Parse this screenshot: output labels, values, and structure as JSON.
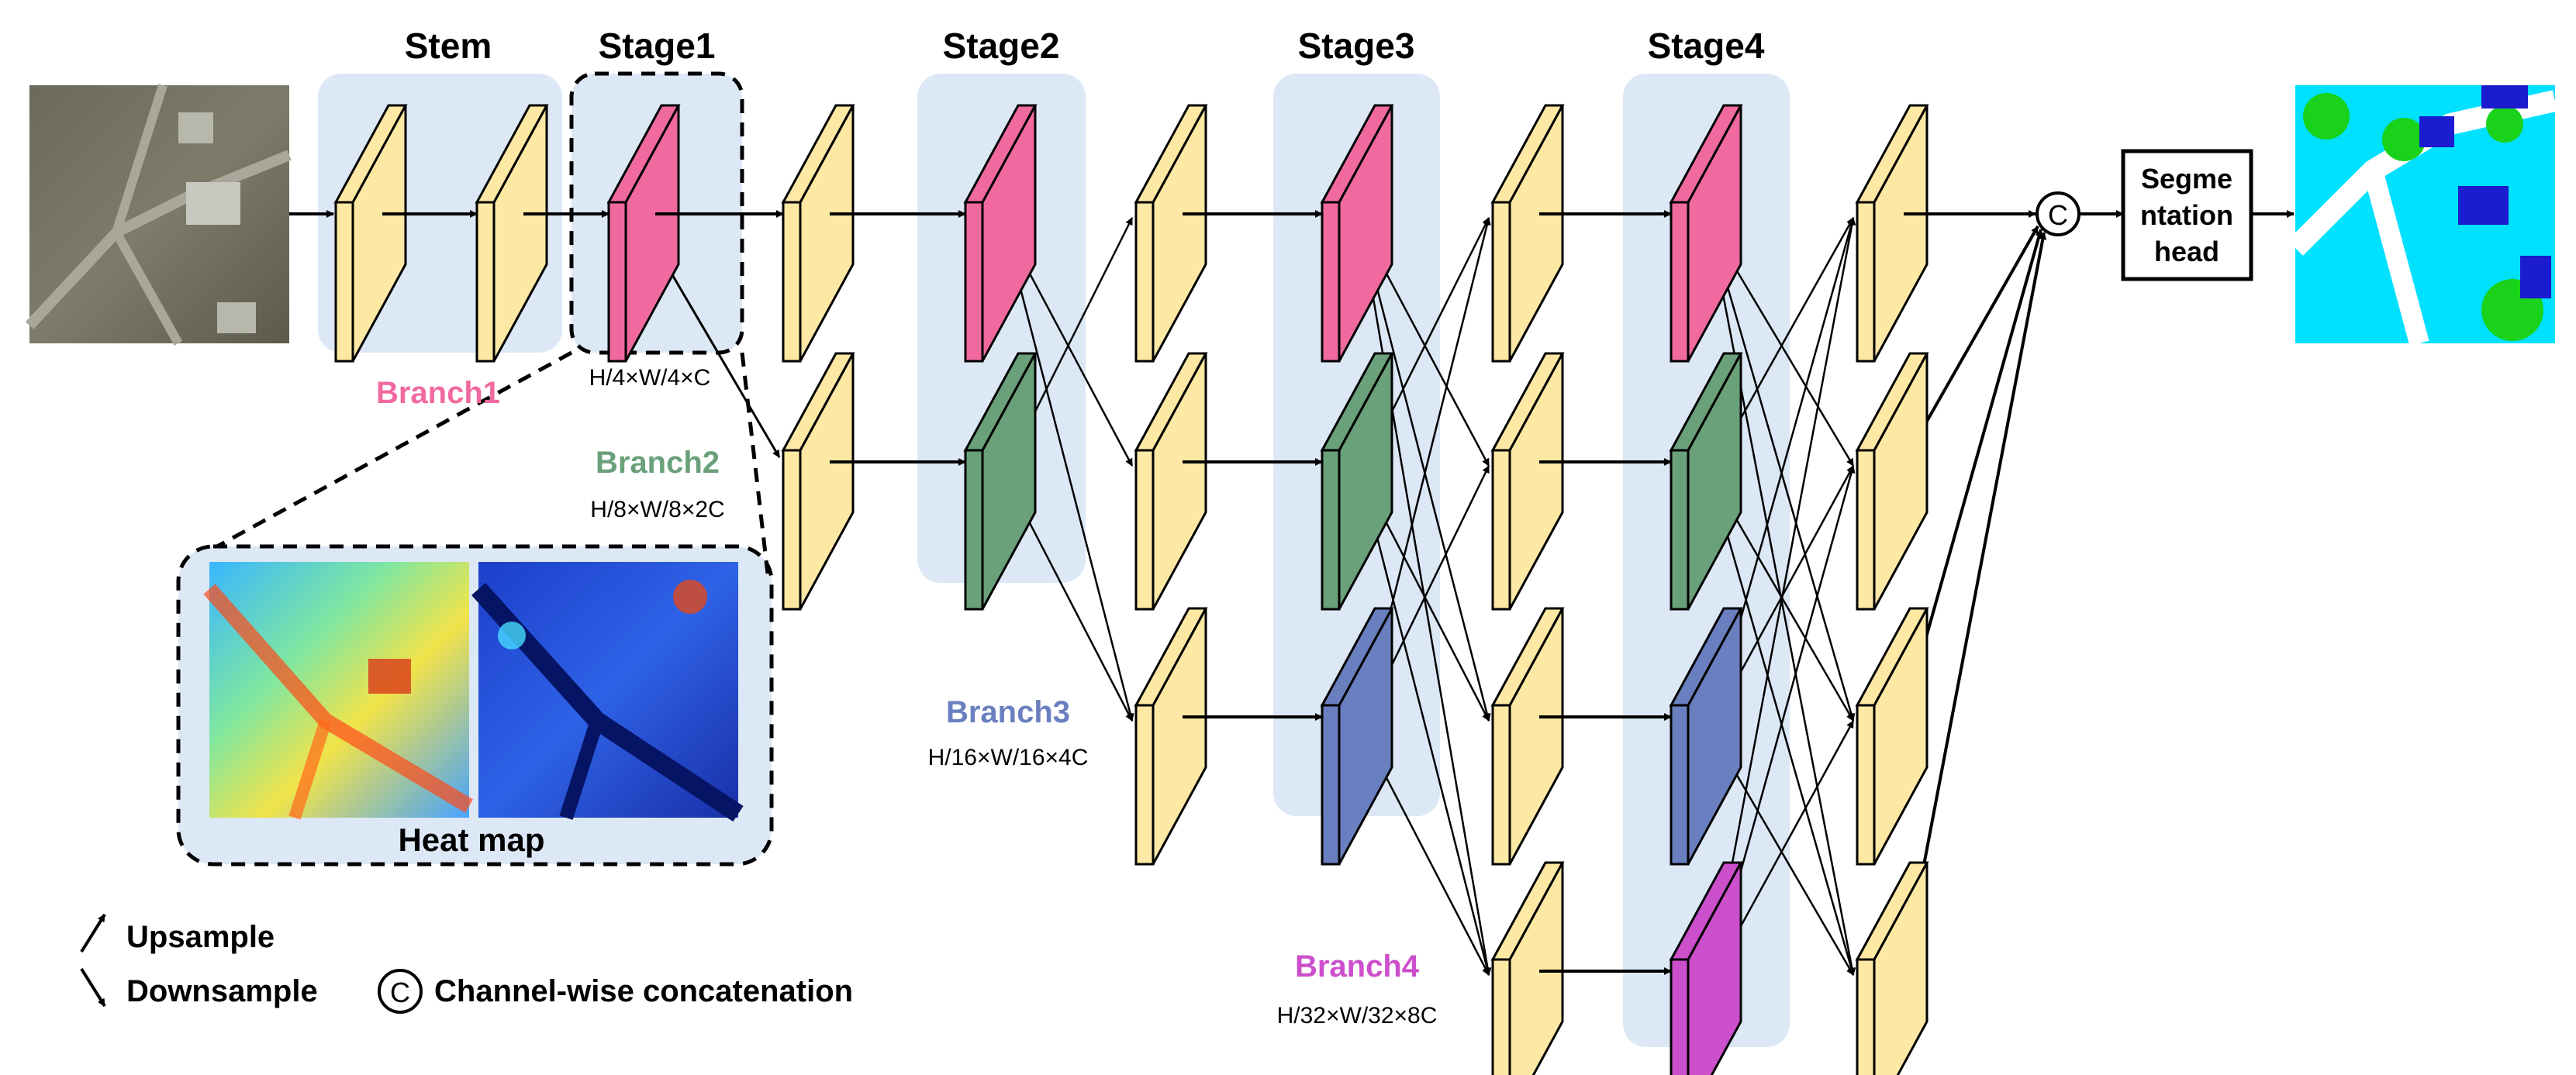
{
  "stages": [
    {
      "label": "Stem"
    },
    {
      "label": "Stage1"
    },
    {
      "label": "Stage2"
    },
    {
      "label": "Stage3"
    },
    {
      "label": "Stage4"
    }
  ],
  "branches": [
    {
      "label": "Branch1",
      "dims": "H/4×W/4×C",
      "color": "#f06aa0"
    },
    {
      "label": "Branch2",
      "dims": "H/8×W/8×2C",
      "color": "#6aa07a"
    },
    {
      "label": "Branch3",
      "dims": "H/16×W/16×4C",
      "color": "#6a7fbf"
    },
    {
      "label": "Branch4",
      "dims": "H/32×W/32×8C",
      "color": "#cc4fcc"
    }
  ],
  "heatmap": {
    "label": "Heat map"
  },
  "concat_symbol": "C",
  "seg_head": {
    "line1": "Segme",
    "line2": "ntation",
    "line3": "head"
  },
  "legend": {
    "upsample": "Upsample",
    "downsample": "Downsample",
    "concat_symbol": "C",
    "concat": "Channel-wise concatenation"
  },
  "colors": {
    "feature_map": "#fde8a4",
    "stage_bg": "#dce8f5",
    "branch1": "#f06aa0",
    "branch2": "#6aa07a",
    "branch3": "#6a7fbf",
    "branch4": "#cc4fcc"
  }
}
